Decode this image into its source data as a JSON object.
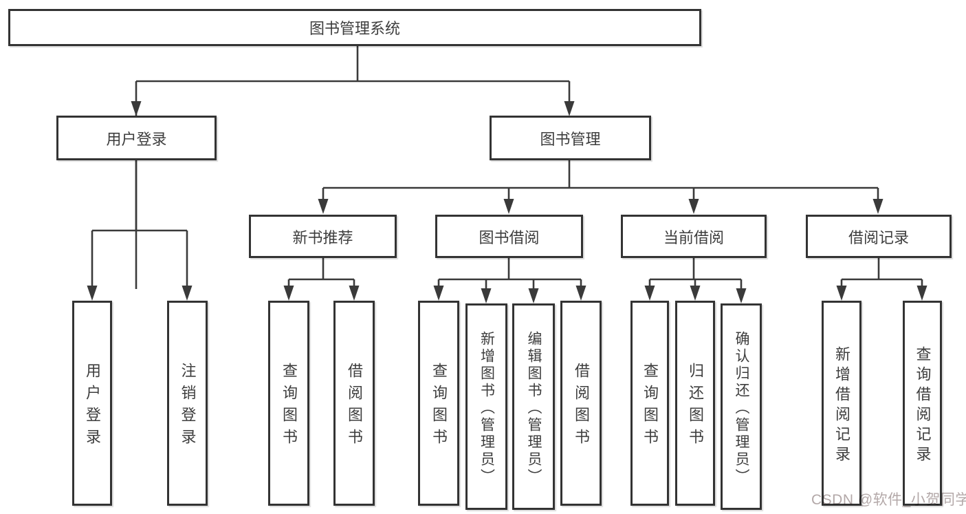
{
  "page": {
    "background": "#ffffff"
  },
  "colors": {
    "line": "#3a3a3a",
    "box_border": "#333333",
    "box_fill": "#ffffff",
    "text": "#3d3d3d",
    "watermark": "#b3a8a8"
  },
  "watermark": {
    "text": "CSDN @软件_小贺同学"
  },
  "tree": {
    "root": "图书管理系统",
    "branches": [
      {
        "label": "用户登录",
        "children": [
          "用户登录",
          "注销登录"
        ]
      },
      {
        "label": "图书管理",
        "groups": [
          {
            "label": "新书推荐",
            "children": [
              "查询图书",
              "借阅图书"
            ]
          },
          {
            "label": "图书借阅",
            "children": [
              "查询图书",
              "新增图书（管理员）",
              "编辑图书（管理员）",
              "借阅图书"
            ]
          },
          {
            "label": "当前借阅",
            "children": [
              "查询图书",
              "归还图书",
              "确认归还（管理员）"
            ]
          },
          {
            "label": "借阅记录",
            "children": [
              "新增借阅记录",
              "查询借阅记录"
            ]
          }
        ]
      }
    ]
  }
}
